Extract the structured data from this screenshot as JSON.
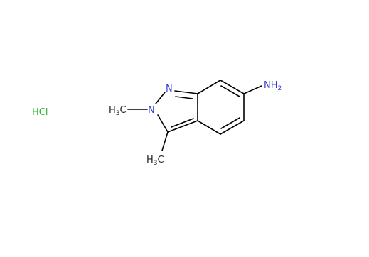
{
  "molecule": {
    "counterion": {
      "text": "HCl",
      "color": "#2bb52b"
    },
    "atom_labels": {
      "n1": {
        "text": "N",
        "color": "#3b3bd6"
      },
      "n2": {
        "text": "N",
        "color": "#3b3bd6"
      },
      "nh2": {
        "main": "NH",
        "sub": "2",
        "color": "#3b3bd6"
      },
      "me_n": {
        "main": "H",
        "sub": "3",
        "tail": "C",
        "color": "#222222"
      },
      "me_c": {
        "main": "H",
        "sub": "3",
        "tail": "C",
        "color": "#222222"
      }
    },
    "bond_color": "#000000"
  }
}
